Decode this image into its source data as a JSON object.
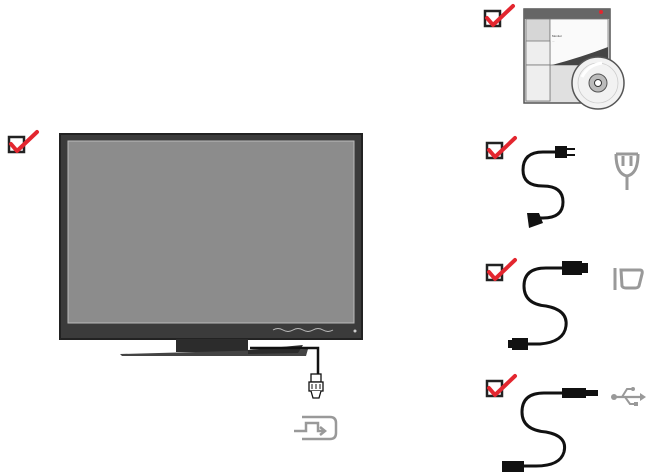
{
  "colors": {
    "check_red": "#e3262f",
    "box_stroke": "#222222",
    "bezel": "#3b3b3b",
    "screen": "#8c8c8c",
    "cable": "#111111",
    "icon_gray": "#999999"
  },
  "package_items": [
    {
      "id": "monitor",
      "checked": true,
      "icon": "monitor"
    },
    {
      "id": "documentation-cd",
      "checked": true,
      "icon": "booklet-and-cd"
    },
    {
      "id": "power-cord",
      "checked": true,
      "icon": "power-plug-icon"
    },
    {
      "id": "video-cable",
      "checked": true,
      "icon": "vga-port-icon"
    },
    {
      "id": "usb-cable",
      "checked": true,
      "icon": "usb-icon"
    }
  ],
  "booklet": {
    "title_line": "Monitor",
    "small_line": "..."
  },
  "connector_icon": "video-input-icon"
}
